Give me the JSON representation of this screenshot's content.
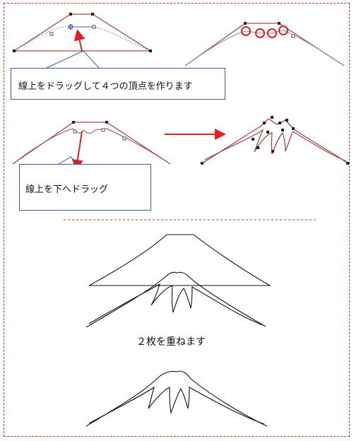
{
  "callouts": {
    "step1": "線上をドラッグして４つの頂点を作ります",
    "step2": "線上を下へドラッグ"
  },
  "captions": {
    "overlay": "２枚を重ねます"
  },
  "colors": {
    "frame": "#c0392b",
    "outline": "#a0484a",
    "arrow": "#e02020",
    "callout_border": "#3d5a9a",
    "handle": "#3a3aa0"
  },
  "icons": [
    "vertex-handle-icon",
    "arrow-icon"
  ]
}
